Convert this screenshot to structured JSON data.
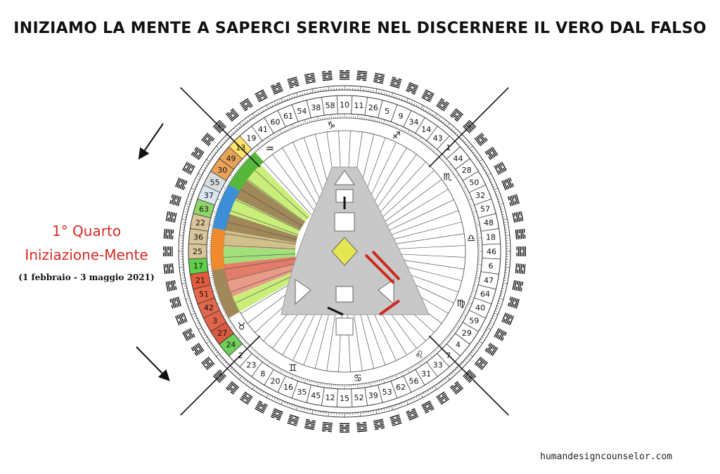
{
  "title": "INIZIAMO LA MENTE A SAPERCI SERVIRE NEL DISCERNERE IL VERO DAL FALSO",
  "quarter_label": "1° Quarto",
  "initiation_label": "Iniziazione-Mente",
  "date_range": "(1 febbraio - 3 maggio 2021)",
  "website": "humandesigncounselor.com",
  "gates": [
    "10",
    "11",
    "26",
    "5",
    "9",
    "34",
    "14",
    "43",
    "1",
    "44",
    "28",
    "50",
    "32",
    "57",
    "48",
    "18",
    "46",
    "6",
    "47",
    "64",
    "40",
    "59",
    "29",
    "4",
    "7",
    "33",
    "31",
    "56",
    "62",
    "53",
    "39",
    "52",
    "15",
    "12",
    "45",
    "35",
    "16",
    "20",
    "8",
    "23",
    "2",
    "24",
    "27",
    "3",
    "42",
    "51",
    "21",
    "17",
    "25",
    "36",
    "22",
    "63",
    "37",
    "55",
    "30",
    "49",
    "13",
    "19",
    "41",
    "60",
    "61",
    "54",
    "38",
    "58"
  ],
  "zodiac_signs": [
    "♑",
    "♐",
    "♏",
    "♎",
    "♍",
    "♌",
    "♋",
    "♊",
    "♉",
    "♈",
    "♓",
    "♒"
  ],
  "highlighted_gates": [
    "13",
    "30",
    "37",
    "63",
    "17",
    "21",
    "24",
    "49",
    "55",
    "22",
    "36",
    "25",
    "51",
    "42",
    "3",
    "27"
  ],
  "colors": {
    "title": "#111111",
    "accent_red": "#d42a24",
    "green": "#55b83a",
    "light_green": "#c9ef7a",
    "tan": "#a08858",
    "blue": "#3c8ed6",
    "orange": "#ef8b2c",
    "salmon": "#e47c6a",
    "body_grey": "#9a9a9a"
  }
}
